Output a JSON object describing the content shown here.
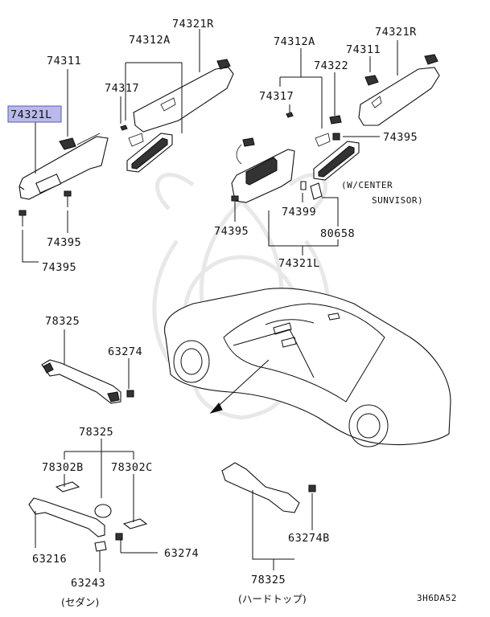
{
  "labels": {
    "l_74321L_hl": "74321L",
    "l_74311_left": "74311",
    "l_74312A_left": "74312A",
    "l_74321R_left": "74321R",
    "l_74317_left": "74317",
    "l_74395_left1": "74395",
    "l_74395_left2": "74395",
    "l_74312A_right": "74312A",
    "l_74321R_right": "74321R",
    "l_74311_right": "74311",
    "l_74322": "74322",
    "l_74317_right": "74317",
    "l_74395_right1": "74395",
    "l_74395_right2": "74395",
    "l_74399": "74399",
    "l_80658": "80658",
    "l_74321L_right": "74321L",
    "l_note1": "(W/CENTER",
    "l_note2": "SUNVISOR)",
    "l_78325_top": "78325",
    "l_63274_top": "63274",
    "l_78325_mid": "78325",
    "l_78302B": "78302B",
    "l_78302C": "78302C",
    "l_63216": "63216",
    "l_63274_bot": "63274",
    "l_63243": "63243",
    "l_sedan": "(セダン)",
    "l_63274B": "63274B",
    "l_78325_bot": "78325",
    "l_hardtop": "(ハードトップ)",
    "l_code": "3H6DA52"
  },
  "colors": {
    "highlight": "#b9b9ec",
    "highlight_border": "#5a5ab0"
  }
}
